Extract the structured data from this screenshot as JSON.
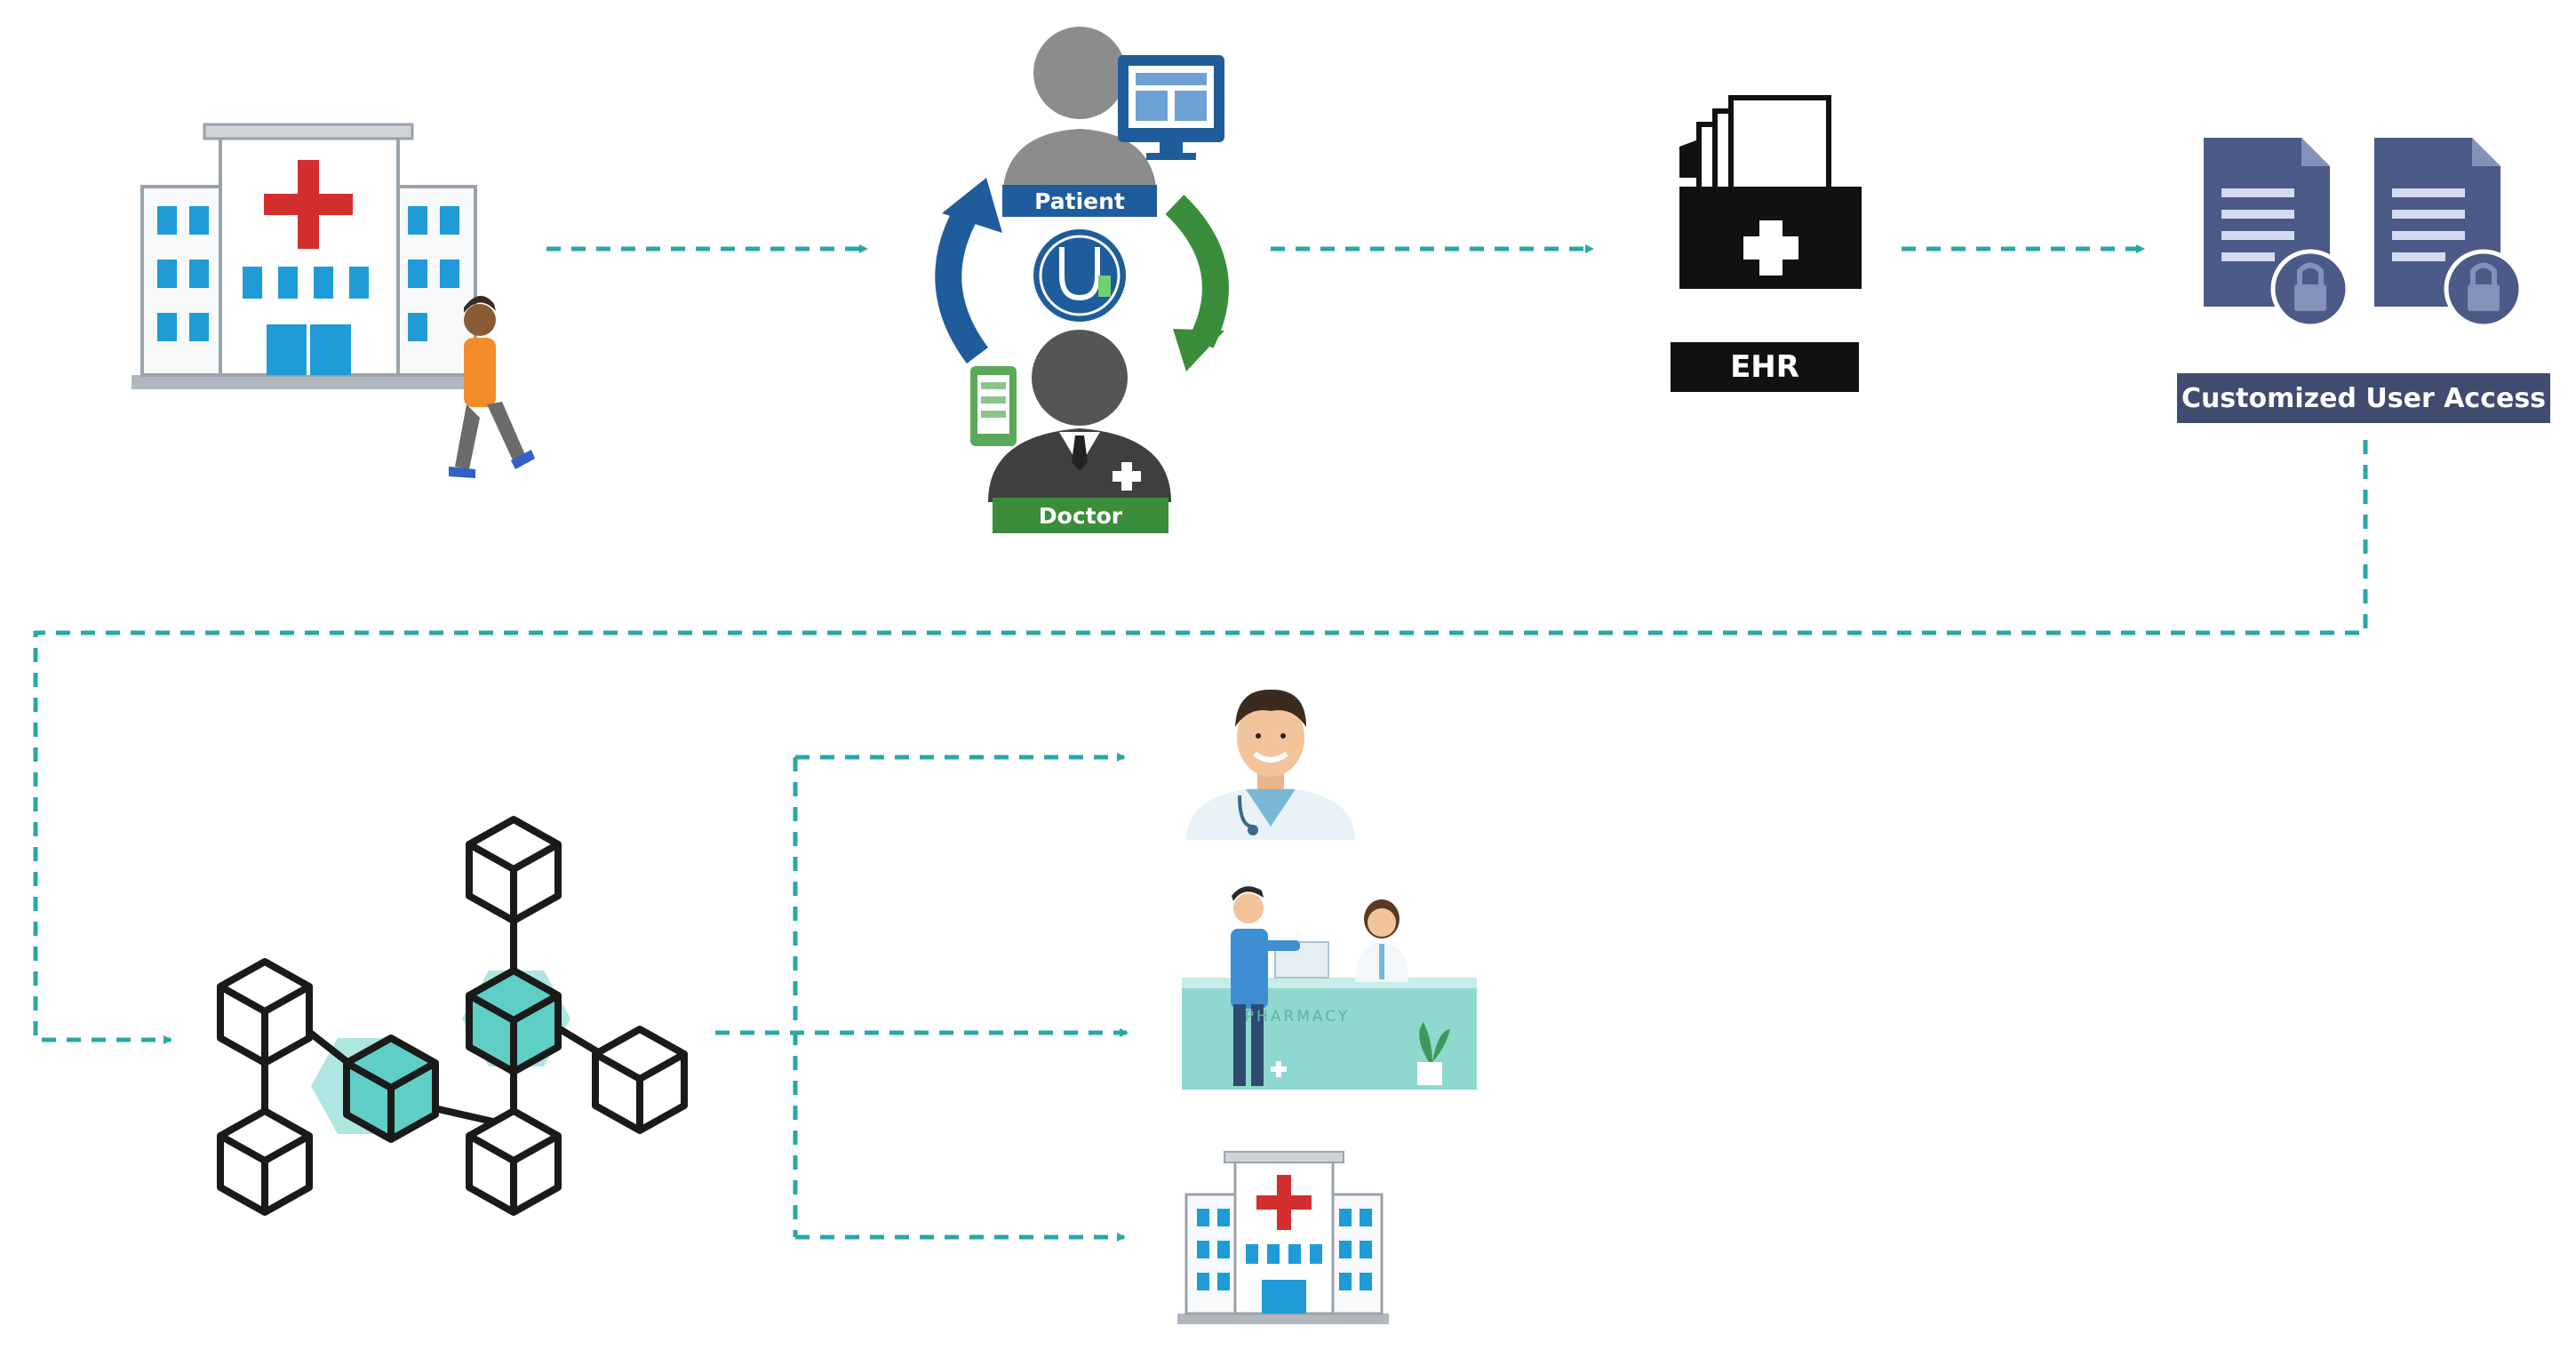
{
  "labels": {
    "patient": "Patient",
    "doctor": "Doctor",
    "ehr": "EHR",
    "customized_access": "Customized User Access",
    "pharmacy_sign": "PHARMACY"
  },
  "colors": {
    "connector": "#2aa7a4",
    "hospital_blue": "#1f9bd7",
    "hospital_red": "#d32f2f",
    "patient_band": "#1f5c9c",
    "doctor_band": "#3a8d3a",
    "cycle_blue": "#1f5c9c",
    "cycle_green": "#3a8d3a",
    "ehr_black": "#111111",
    "doc_slate": "#4b5a86",
    "access_band": "#3f4b6f",
    "blockchain_teal": "#3fc1b8"
  },
  "icons": {
    "hospital": "hospital-icon",
    "walking_person": "walking-person-icon",
    "patient": "patient-avatar-icon",
    "doctor": "doctor-avatar-icon",
    "stethoscope": "stethoscope-icon",
    "ehr_folder": "ehr-folder-icon",
    "locked_document": "locked-document-icon",
    "blockchain": "blockchain-network-icon",
    "physician": "physician-icon",
    "pharmacy": "pharmacy-counter-icon"
  }
}
